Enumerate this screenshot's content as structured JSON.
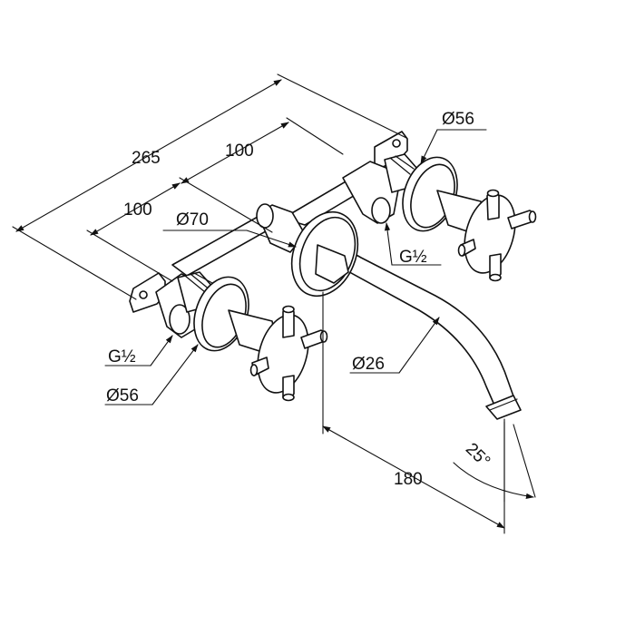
{
  "dimensions": {
    "overall_width": "265",
    "center_spacing_top": "100",
    "center_spacing_left": "100",
    "rosette_large": "Ø70",
    "rosette_right_top": "Ø56",
    "rosette_left_bottom": "Ø56",
    "thread_right": "G½",
    "thread_left": "G½",
    "spout_diameter": "Ø26",
    "spout_projection": "180",
    "spout_angle": "25°"
  },
  "colors": {
    "line": "#111111",
    "background": "#ffffff"
  }
}
